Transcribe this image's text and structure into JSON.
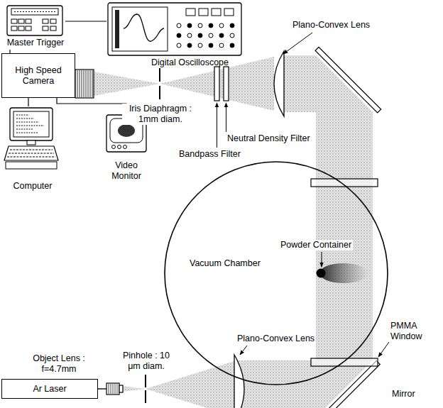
{
  "diagram": {
    "nodes": [
      {
        "text": [
          "Master Trigger"
        ]
      },
      {
        "text": [
          "Digital Oscilloscope"
        ]
      },
      {
        "text": [
          "High Speed Camera"
        ]
      },
      {
        "text": [
          "Computer"
        ]
      },
      {
        "text": [
          "Video Monitor"
        ]
      },
      {
        "text": [
          "Vacuum Chamber"
        ]
      },
      {
        "text": [
          "Ar Laser"
        ]
      }
    ],
    "edges": [
      {
        "from": 0,
        "to": 1,
        "arrow": "none"
      },
      {
        "from": 0,
        "to": 2,
        "arrow": "none"
      },
      {
        "from": 2,
        "to": 3,
        "arrow": "none"
      },
      {
        "from": 2,
        "to": 4,
        "arrow": "none"
      }
    ],
    "labels": [
      "Plano-Convex Lens",
      "Iris Diaphragm : 1mm diam.",
      "Bandpass Filter",
      "Neutral Density Filter",
      "Powder Container",
      "Pinhole : 10 μm diam.",
      "Object Lens : f=4.7mm",
      "Plano-Convex Lens",
      "PMMA Window",
      "Mirror"
    ]
  }
}
